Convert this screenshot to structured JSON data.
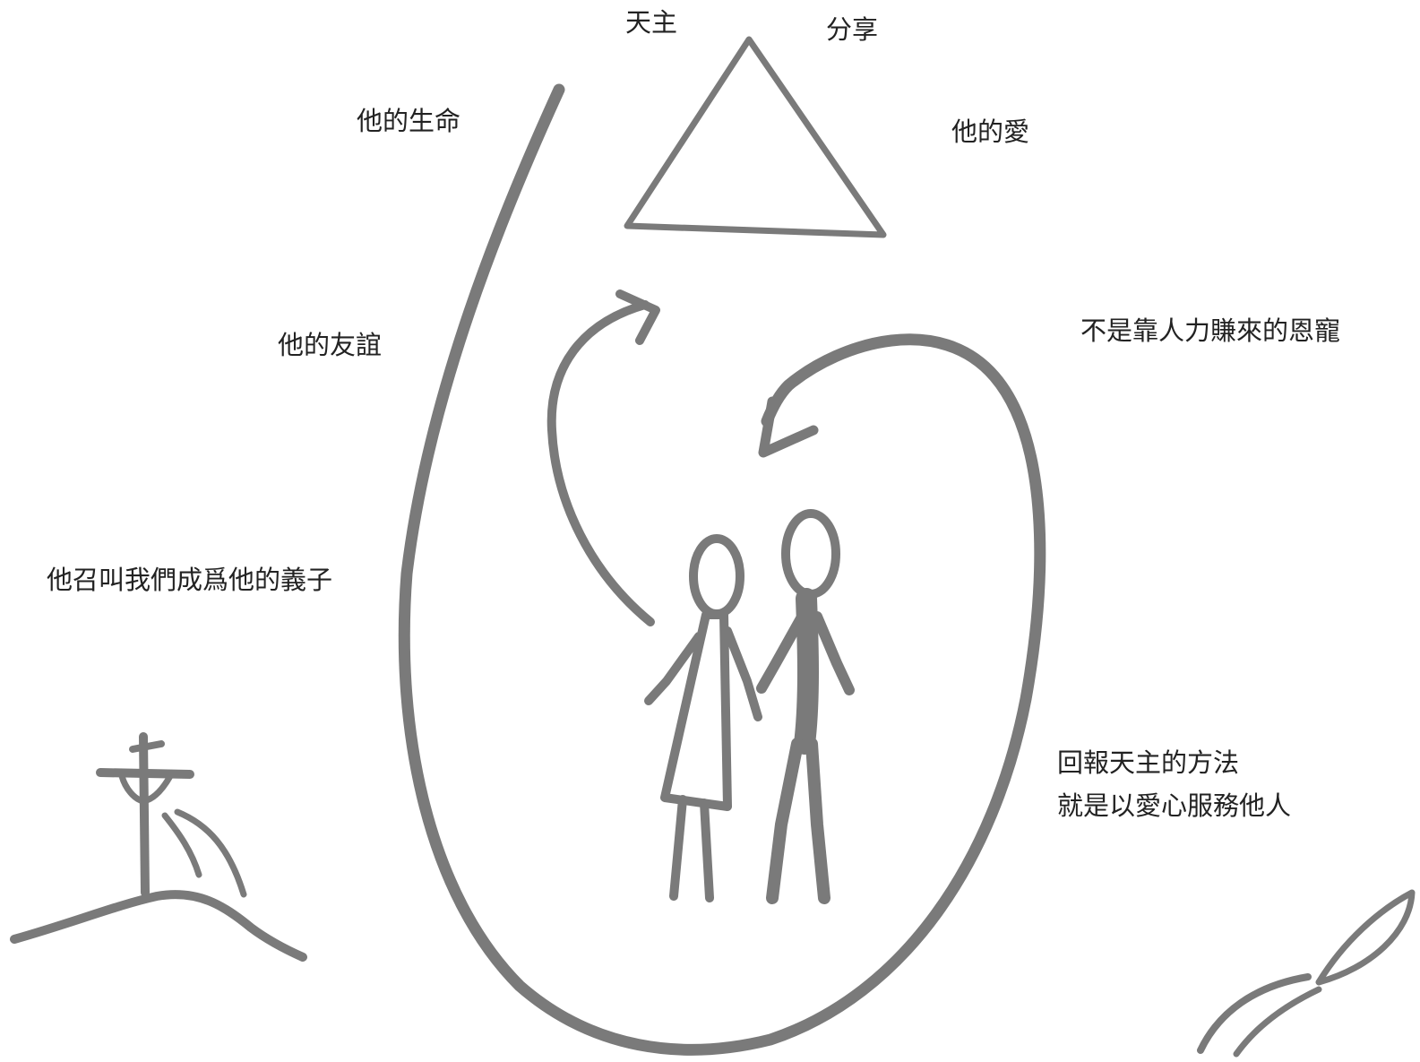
{
  "labels": {
    "god": "天主",
    "share": "分享",
    "his_life": "他的生命",
    "his_love": "他的愛",
    "his_friendship": "他的友誼",
    "grace": "不是靠人力賺來的恩寵",
    "adopted": "他召叫我們成爲他的義子",
    "repay_line1": "回報天主的方法",
    "repay_line2": "就是以愛心服務他人"
  },
  "colors": {
    "stroke": "#7a7a7a",
    "text": "#222222",
    "background": "#ffffff"
  }
}
